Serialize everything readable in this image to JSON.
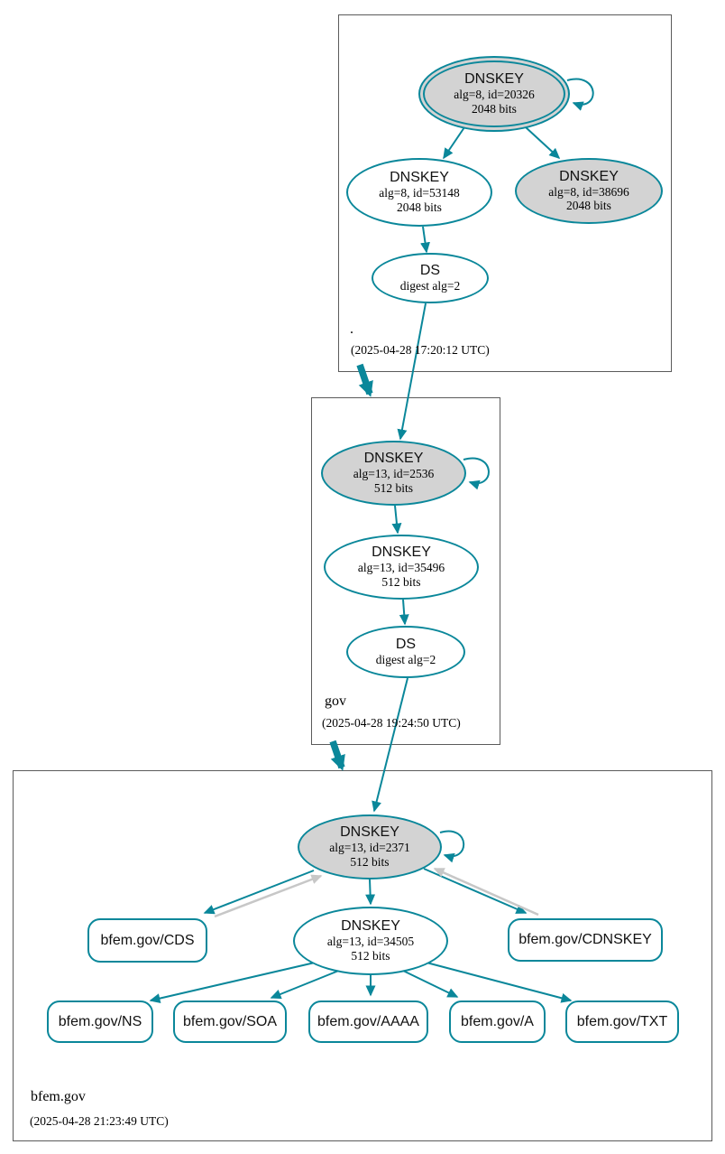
{
  "colors": {
    "edge_secure": "#0a879a",
    "node_fill_gray": "#d3d3d3",
    "edge_gray": "#c7c7c7",
    "zone_border": "#5b5b5b"
  },
  "zones": {
    "root": {
      "label": ".",
      "timestamp": "(2025-04-28 17:20:12 UTC)",
      "ksk": {
        "type": "DNSKEY",
        "detail": "alg=8, id=20326",
        "bits": "2048 bits"
      },
      "zsk": {
        "type": "DNSKEY",
        "detail": "alg=8, id=53148",
        "bits": "2048 bits"
      },
      "key38696": {
        "type": "DNSKEY",
        "detail": "alg=8, id=38696",
        "bits": "2048 bits"
      },
      "ds": {
        "type": "DS",
        "detail": "digest alg=2"
      }
    },
    "gov": {
      "label": "gov",
      "timestamp": "(2025-04-28 19:24:50 UTC)",
      "ksk": {
        "type": "DNSKEY",
        "detail": "alg=13, id=2536",
        "bits": "512 bits"
      },
      "zsk": {
        "type": "DNSKEY",
        "detail": "alg=13, id=35496",
        "bits": "512 bits"
      },
      "ds": {
        "type": "DS",
        "detail": "digest alg=2"
      }
    },
    "bfem_gov": {
      "label": "bfem.gov",
      "timestamp": "(2025-04-28 21:23:49 UTC)",
      "ksk": {
        "type": "DNSKEY",
        "detail": "alg=13, id=2371",
        "bits": "512 bits"
      },
      "zsk": {
        "type": "DNSKEY",
        "detail": "alg=13, id=34505",
        "bits": "512 bits"
      },
      "records": {
        "cds": "bfem.gov/CDS",
        "cdnskey": "bfem.gov/CDNSKEY",
        "ns": "bfem.gov/NS",
        "soa": "bfem.gov/SOA",
        "aaaa": "bfem.gov/AAAA",
        "a": "bfem.gov/A",
        "txt": "bfem.gov/TXT"
      }
    }
  }
}
